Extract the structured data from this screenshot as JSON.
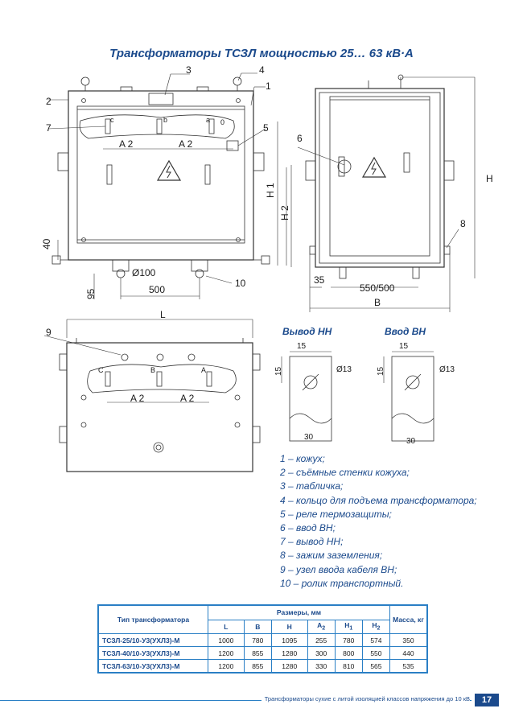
{
  "title": "Трансформаторы ТСЗЛ мощностью 25… 63 кВ·А",
  "callouts": {
    "c1": "1",
    "c2": "2",
    "c3": "3",
    "c4": "4",
    "c5": "5",
    "c6": "6",
    "c7": "7",
    "c8": "8",
    "c9": "9",
    "c10": "10"
  },
  "dims": {
    "A2": "A 2",
    "H": "H",
    "H1": "H 1",
    "H2": "H 2",
    "L": "L",
    "B": "B",
    "d40": "40",
    "d95": "95",
    "d500": "500",
    "d100": "Ø100",
    "d35": "35",
    "d550": "550/500",
    "d15": "15",
    "d30": "30",
    "d13": "Ø13",
    "pa": "a",
    "pb": "b",
    "pc": "c",
    "p0": "0",
    "pA": "A",
    "pB": "B",
    "pC": "C"
  },
  "subtitles": {
    "nn": "Вывод НН",
    "vn": "Ввод ВН"
  },
  "legend": [
    "1 – кожух;",
    "2 – съёмные стенки кожуха;",
    "3 – табличка;",
    "4 – кольцо для подъема трансформатора;",
    "5 – реле термозащиты;",
    "6 – ввод ВН;",
    "7 – вывод НН;",
    "8 – зажим заземления;",
    "9 – узел ввода кабеля ВН;",
    "10 – ролик транспортный."
  ],
  "table": {
    "col_type": "Тип трансформатора",
    "col_dims": "Размеры, мм",
    "col_mass": "Масса, кг",
    "sub_headers": [
      "L",
      "B",
      "H",
      "A",
      "H",
      "H"
    ],
    "sub_index": [
      "",
      "",
      "",
      "2",
      "1",
      "2"
    ],
    "rows": [
      [
        "ТСЗЛ-25/10-У3(УХЛ3)-М",
        "1000",
        "780",
        "1095",
        "255",
        "780",
        "574",
        "350"
      ],
      [
        "ТСЗЛ-40/10-У3(УХЛ3)-М",
        "1200",
        "855",
        "1280",
        "300",
        "800",
        "550",
        "440"
      ],
      [
        "ТСЗЛ-63/10-У3(УХЛ3)-М",
        "1200",
        "855",
        "1280",
        "330",
        "810",
        "565",
        "535"
      ]
    ]
  },
  "footer": {
    "text": "Трансформаторы сухие с литой изоляцией классов напряжения до 10 кВ",
    "page": "17"
  }
}
